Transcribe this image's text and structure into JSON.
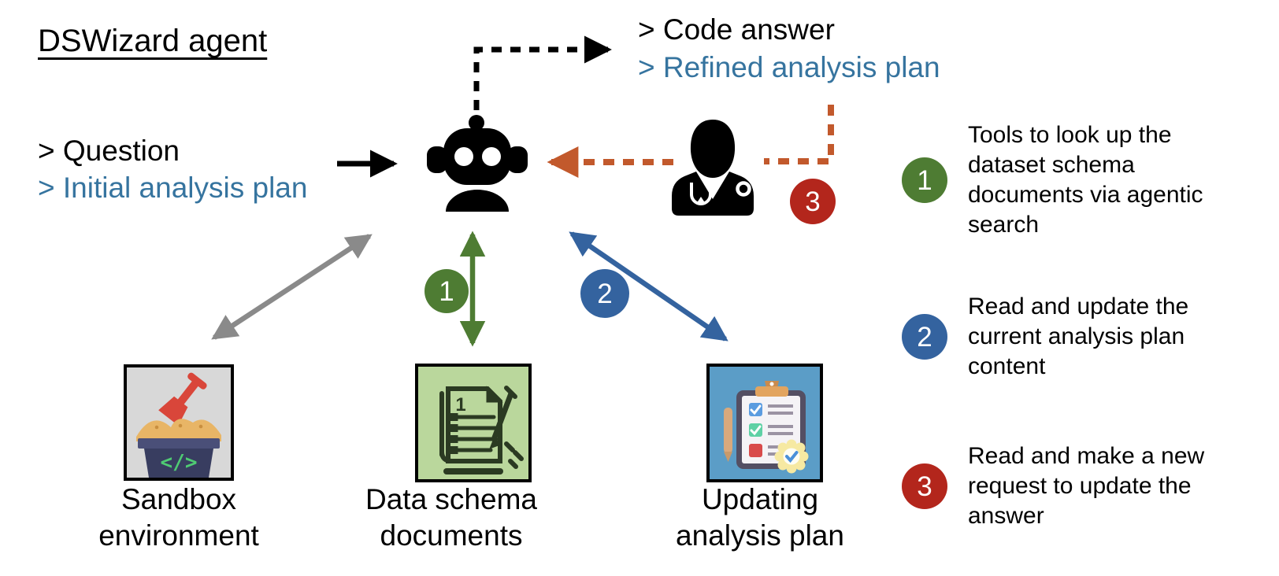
{
  "diagram_title": "DSWizard agent",
  "inputs": {
    "question": "> Question",
    "initial_plan": "> Initial analysis plan"
  },
  "outputs": {
    "code_answer": "> Code answer",
    "refined_plan": "> Refined analysis plan"
  },
  "clinician": {
    "badge": "3"
  },
  "resources": {
    "sandbox": {
      "label": "Sandbox\nenvironment",
      "code_glyph": "</>"
    },
    "schema_docs": {
      "label": "Data schema\ndocuments",
      "badge": "1",
      "page_glyph": "1"
    },
    "analysis_plan": {
      "label": "Updating\nanalysis plan",
      "badge": "2"
    }
  },
  "tool_notes": [
    {
      "number": "1",
      "color": "#4e7c33",
      "text": "Tools to look up the\ndataset schema\ndocuments via agentic\nsearch"
    },
    {
      "number": "2",
      "color": "#34639f",
      "text": "Read and update the\ncurrent analysis plan\ncontent"
    },
    {
      "number": "3",
      "color": "#b3261c",
      "text": "Read and make a new\nrequest to update the\nanswer"
    }
  ],
  "colors": {
    "accent_blue_text": "#36749f",
    "green": "#4e7c33",
    "blue": "#34639f",
    "red": "#b3261c",
    "orange": "#c2592c",
    "gray": "#8a8a8a",
    "black": "#000000"
  }
}
